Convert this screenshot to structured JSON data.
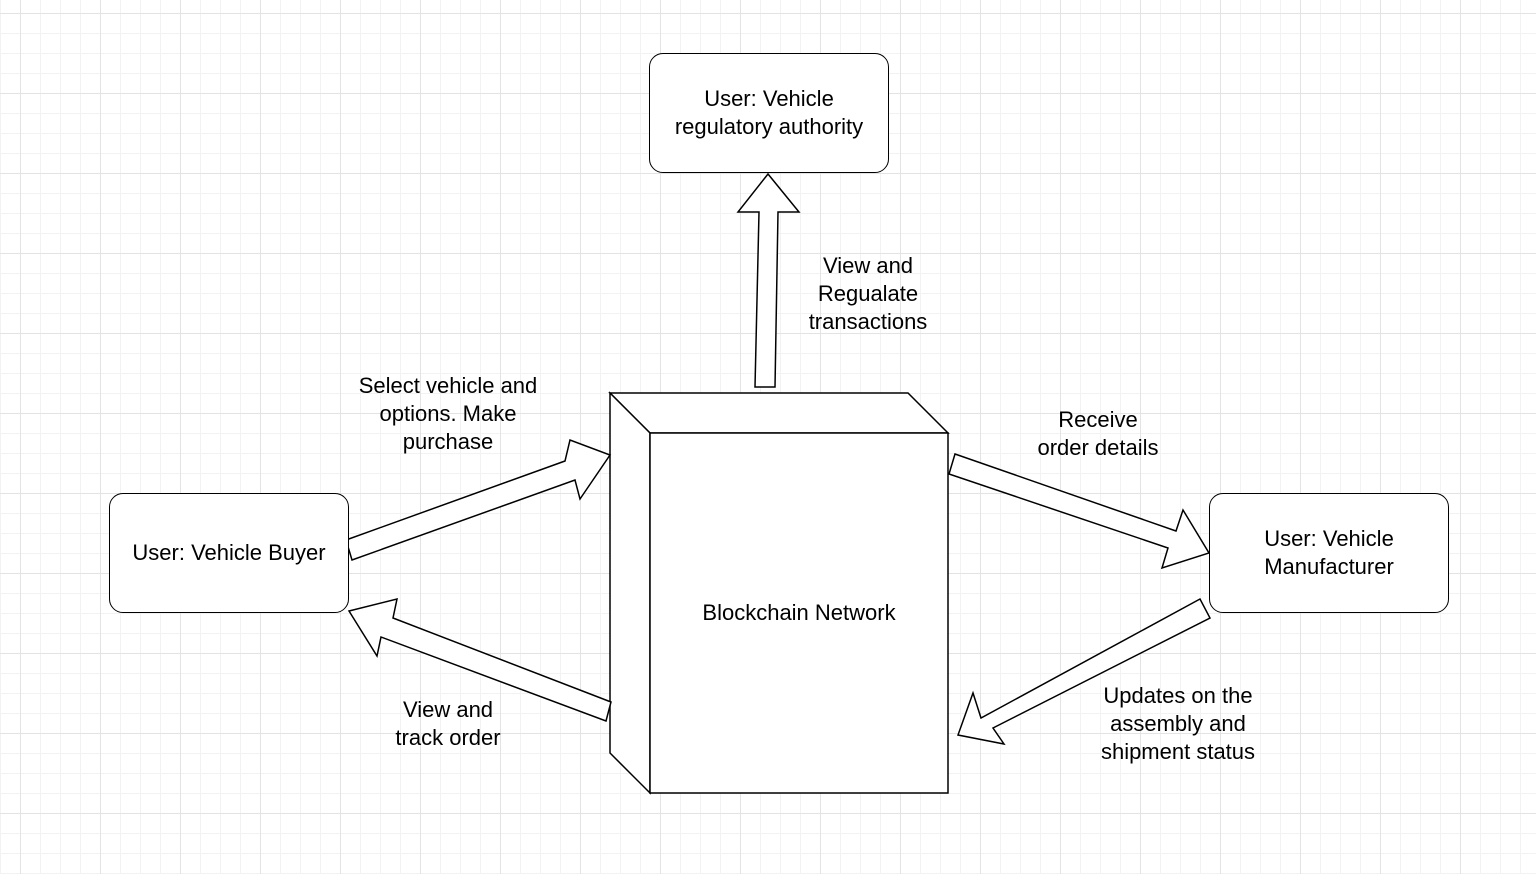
{
  "nodes": {
    "regulator": "User: Vehicle regulatory authority",
    "buyer": "User: Vehicle Buyer",
    "manufacturer": "User: Vehicle Manufacturer",
    "blockchain": "Blockchain Network"
  },
  "edges": {
    "to_regulator": "View and\nRegualate\ntransactions",
    "buyer_to_chain": "Select vehicle and\noptions. Make\npurchase",
    "chain_to_buyer": "View and\ntrack order",
    "chain_to_manufacturer": "Receive\norder details",
    "manufacturer_to_chain": "Updates on the\nassembly and\nshipment status"
  }
}
